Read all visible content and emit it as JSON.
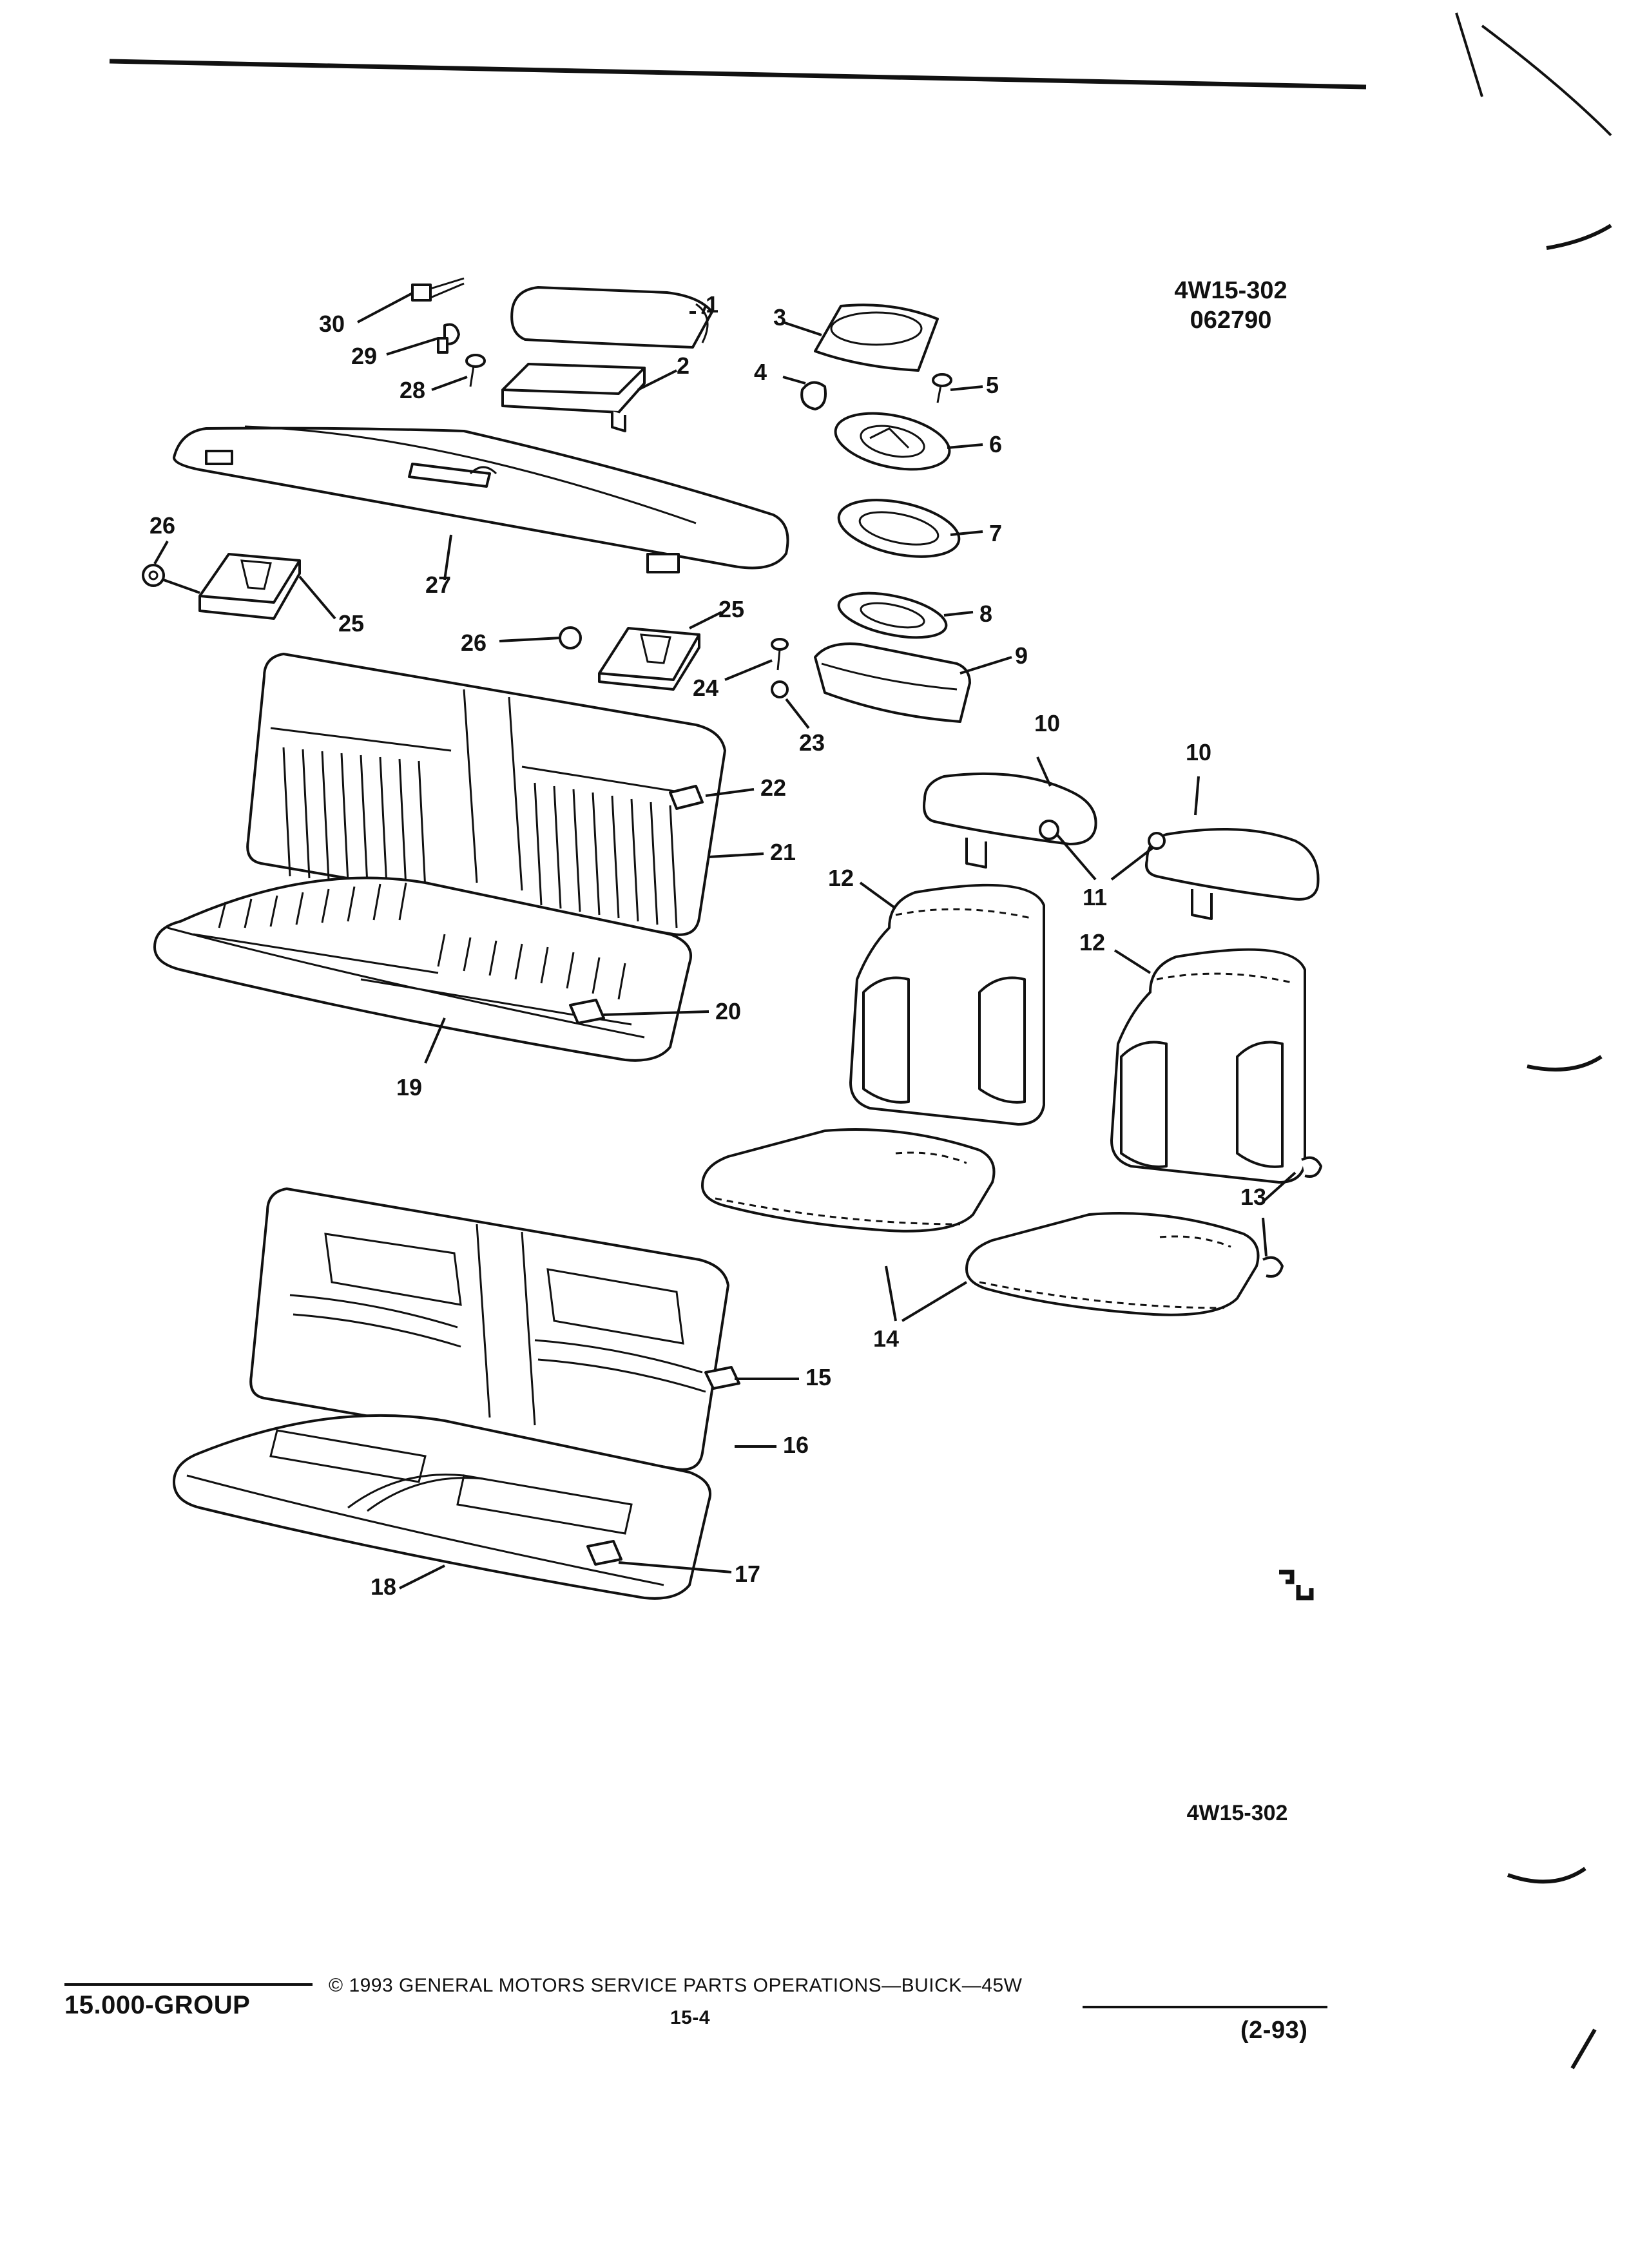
{
  "header": {
    "diagram_code": "4W15-302",
    "date_code": "062790"
  },
  "diagram": {
    "callouts": [
      "1",
      "2",
      "3",
      "4",
      "5",
      "6",
      "7",
      "8",
      "9",
      "10",
      "11",
      "12",
      "13",
      "14",
      "15",
      "16",
      "17",
      "18",
      "19",
      "20",
      "21",
      "22",
      "23",
      "24",
      "25",
      "26",
      "27",
      "28",
      "29",
      "30"
    ],
    "bottom_code": "4W15-302"
  },
  "footer": {
    "group": "15.000-GROUP",
    "copyright": "© 1993 GENERAL MOTORS SERVICE PARTS OPERATIONS—BUICK—45W",
    "page_number": "15-4",
    "revision": "(2-93)"
  }
}
